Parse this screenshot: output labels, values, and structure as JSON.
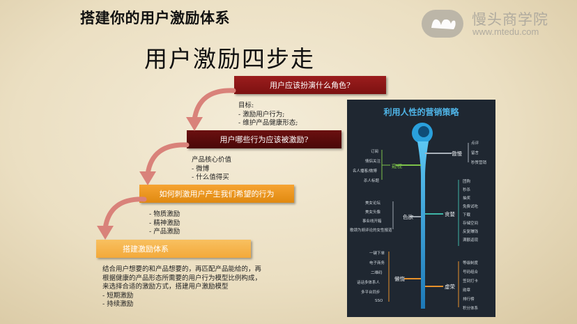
{
  "slide": {
    "title": "搭建你的用户激励体系",
    "heading": "用户激励四步走"
  },
  "brand": {
    "name": "慢头商学院",
    "url": "www.mtedu.com"
  },
  "steps": [
    {
      "label": "用户应该扮演什么角色?",
      "color": "#8b1717"
    },
    {
      "label": "用户哪些行为应该被激励?",
      "color": "#5a0c0c"
    },
    {
      "label": "如何刺激用户产生我们希望的行为",
      "color": "#eb9520"
    },
    {
      "label": "搭建激励体系",
      "color": "#f5b44c"
    }
  ],
  "notes": {
    "n1": [
      "目标:",
      "- 激励用户行为;",
      "- 维护产品健康形态;"
    ],
    "n2": [
      "产品核心价值",
      "- 微博",
      "- 什么值得买"
    ],
    "n3": [
      "- 物质激励",
      "- 精神激励",
      "- 产品激励"
    ],
    "n4": [
      "结合用户想要的和产品想要的，再匹配产品能给的，再",
      "根据健康的产品形态所需要的用户行为模型比例构成，",
      "来选择合适的激励方式，搭建用户激励模型",
      "- 短期激励",
      "- 持续激励"
    ]
  },
  "infographic": {
    "title": "利用人性的营销策略",
    "branches": {
      "peek": "窥视",
      "vanity": "傲慢",
      "lust": "色欲",
      "greed": "贪婪",
      "laziness": "懒惰",
      "pride": "虚荣"
    },
    "peek_items": [
      "订阅",
      "情侣关注",
      "名人播客/微博",
      "杀人标题"
    ],
    "vanity_items": [
      "点评",
      "留言",
      "秒赞营销"
    ],
    "lust_items": [
      "美女论坛",
      "美女头像",
      "事业线开箱",
      "歌颂为胡评论的女性报道"
    ],
    "greed_items": [
      "团购",
      "秒杀",
      "抽奖",
      "免费试吃",
      "下载",
      "存储空间",
      "反复赚钱",
      "满额返现"
    ],
    "laziness_items": [
      "一键下单",
      "电子商务",
      "二维码",
      "话话多体系人",
      "多平台同步",
      "SSO"
    ],
    "pride_items": [
      "等级制度",
      "号码组合",
      "签到打卡",
      "勋章",
      "排行榜",
      "积分体系"
    ]
  }
}
